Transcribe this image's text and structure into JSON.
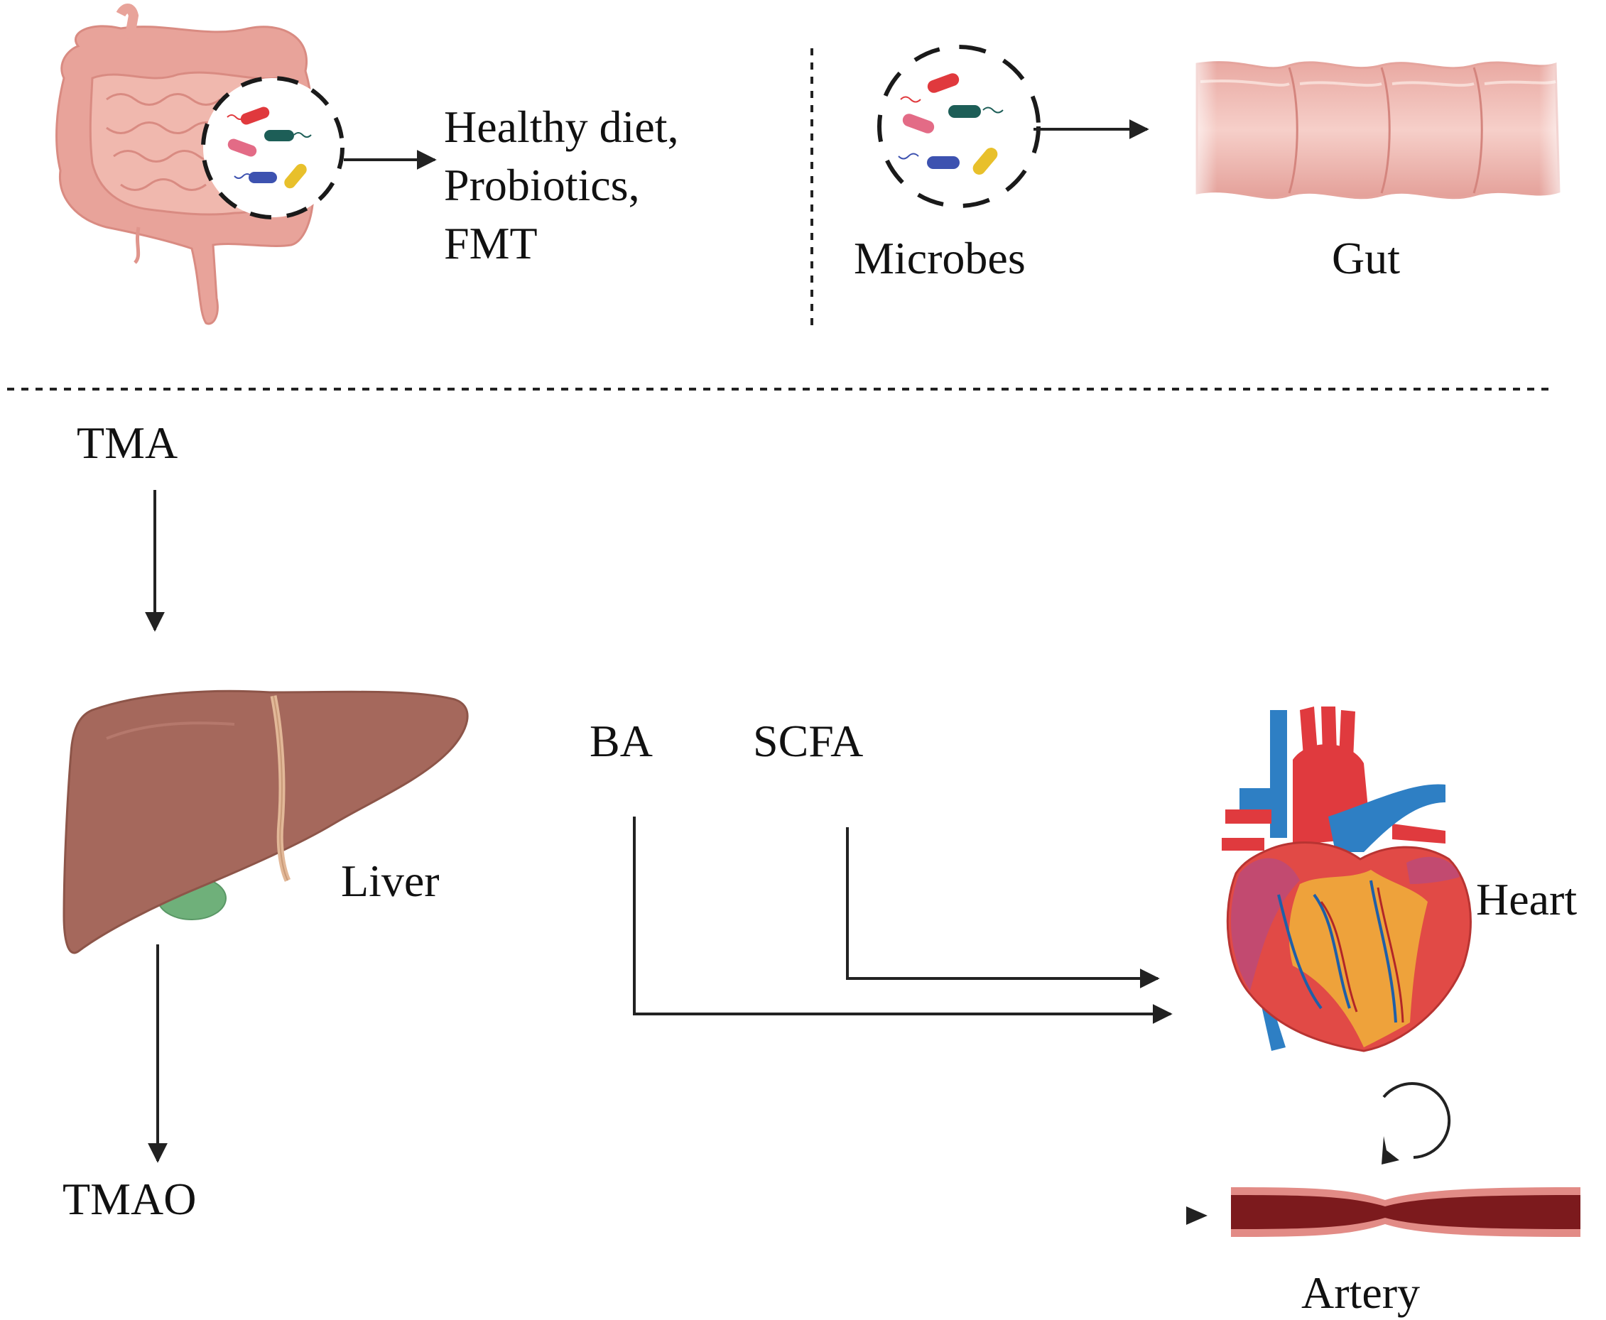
{
  "labels": {
    "treatments_line1": "Healthy diet,",
    "treatments_line2": "Probiotics,",
    "treatments_line3": "FMT",
    "microbes": "Microbes",
    "gut": "Gut",
    "tma": "TMA",
    "liver": "Liver",
    "ba": "BA",
    "scfa": "SCFA",
    "heart": "Heart",
    "tmao": "TMAO",
    "artery": "Artery"
  },
  "colors": {
    "intestine": "#e8a39a",
    "liver": "#a5685c",
    "gallbladder": "#6fb07a",
    "heart_red": "#e03a3e",
    "heart_blue": "#2e7fc4",
    "fat_yellow": "#f0b23a",
    "artery": "#7c1a1d",
    "arrow": "#222222"
  },
  "icons": [
    "intestines-icon",
    "microbe-circle-icon",
    "gut-segment-icon",
    "liver-icon",
    "heart-icon",
    "artery-icon",
    "cycle-arrow-icon"
  ]
}
